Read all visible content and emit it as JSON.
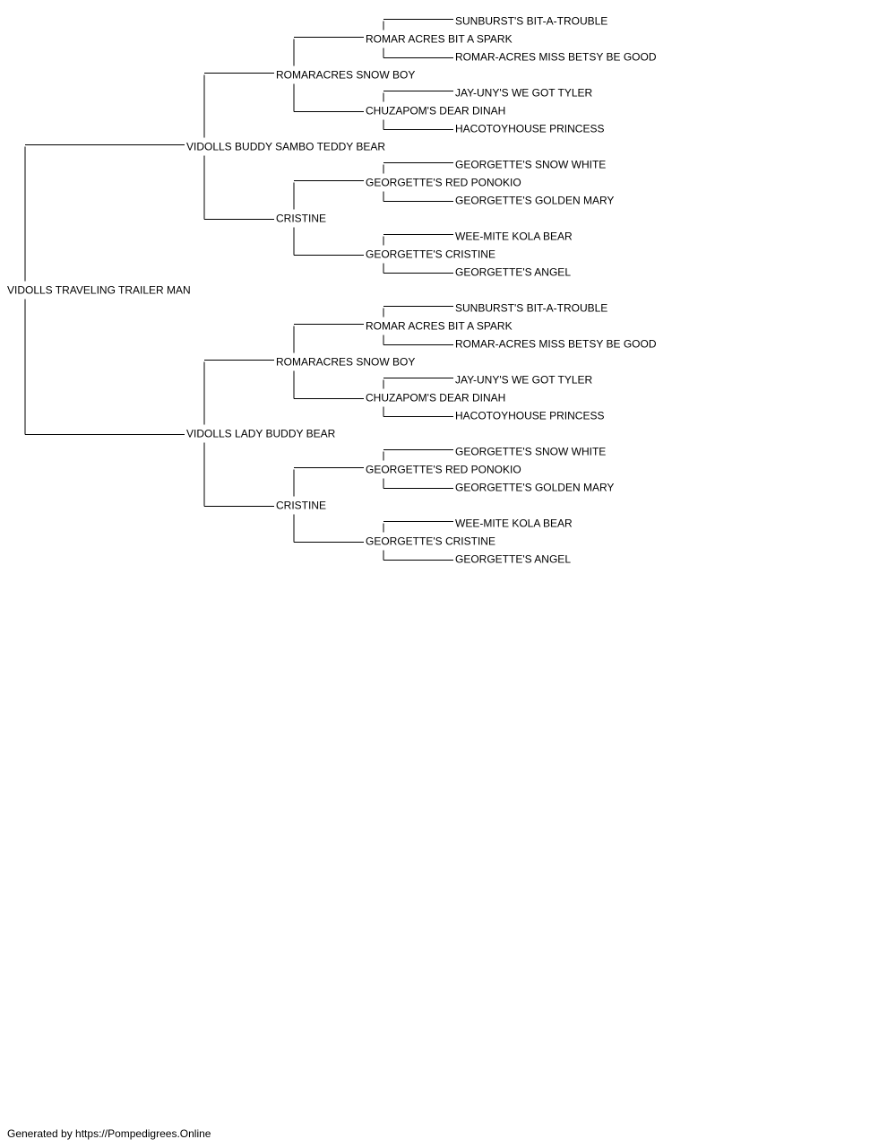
{
  "pedigree": {
    "name": "VIDOLLS TRAVELING TRAILER MAN",
    "sire": {
      "name": "VIDOLLS BUDDY SAMBO TEDDY BEAR",
      "sire": {
        "name": "ROMARACRES SNOW BOY",
        "sire": {
          "name": "ROMAR ACRES BIT A SPARK",
          "sire": {
            "name": "SUNBURST'S BIT-A-TROUBLE"
          },
          "dam": {
            "name": "ROMAR-ACRES MISS BETSY BE GOOD"
          }
        },
        "dam": {
          "name": "CHUZAPOM'S DEAR DINAH",
          "sire": {
            "name": "JAY-UNY'S WE GOT TYLER"
          },
          "dam": {
            "name": "HACOTOYHOUSE PRINCESS"
          }
        }
      },
      "dam": {
        "name": "CRISTINE",
        "sire": {
          "name": "GEORGETTE'S RED PONOKIO",
          "sire": {
            "name": "GEORGETTE'S SNOW WHITE"
          },
          "dam": {
            "name": "GEORGETTE'S GOLDEN MARY"
          }
        },
        "dam": {
          "name": "GEORGETTE'S CRISTINE",
          "sire": {
            "name": "WEE-MITE KOLA BEAR"
          },
          "dam": {
            "name": "GEORGETTE'S ANGEL"
          }
        }
      }
    },
    "dam": {
      "name": "VIDOLLS LADY BUDDY BEAR",
      "sire": {
        "name": "ROMARACRES SNOW BOY",
        "sire": {
          "name": "ROMAR ACRES BIT A SPARK",
          "sire": {
            "name": "SUNBURST'S BIT-A-TROUBLE"
          },
          "dam": {
            "name": "ROMAR-ACRES MISS BETSY BE GOOD"
          }
        },
        "dam": {
          "name": "CHUZAPOM'S DEAR DINAH",
          "sire": {
            "name": "JAY-UNY'S WE GOT TYLER"
          },
          "dam": {
            "name": "HACOTOYHOUSE PRINCESS"
          }
        }
      },
      "dam": {
        "name": "CRISTINE",
        "sire": {
          "name": "GEORGETTE'S RED PONOKIO",
          "sire": {
            "name": "GEORGETTE'S SNOW WHITE"
          },
          "dam": {
            "name": "GEORGETTE'S GOLDEN MARY"
          }
        },
        "dam": {
          "name": "GEORGETTE'S CRISTINE",
          "sire": {
            "name": "WEE-MITE KOLA BEAR"
          },
          "dam": {
            "name": "GEORGETTE'S ANGEL"
          }
        }
      }
    }
  },
  "footer": "Generated by https://Pompedigrees.Online"
}
